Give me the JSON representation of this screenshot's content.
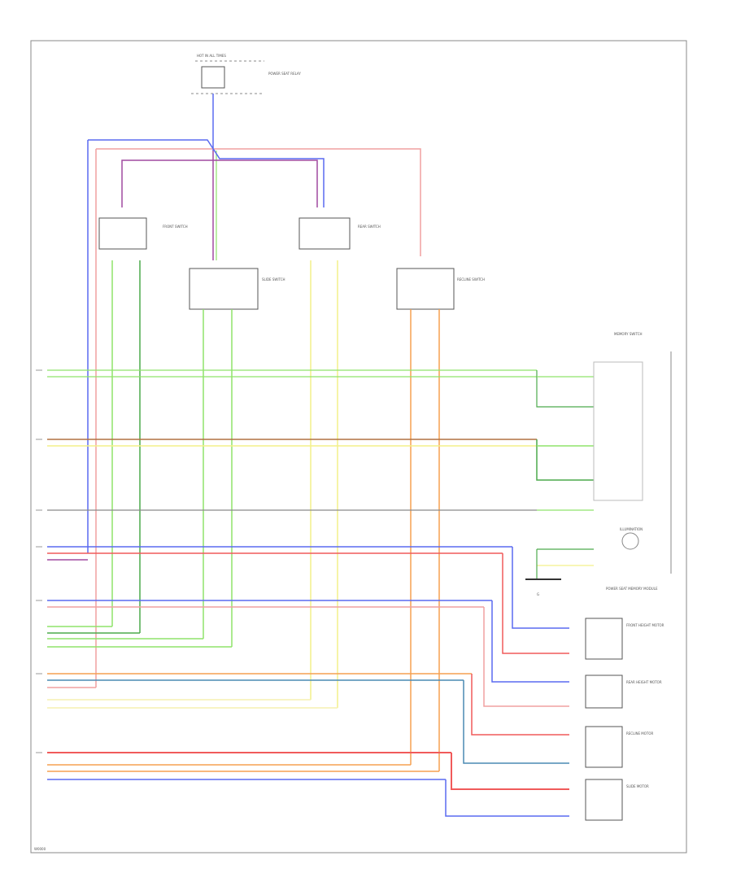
{
  "labels": {
    "footer_code": "W0000",
    "top_fuse": "HOT IN ALL TIMES",
    "top_component": "POWER SEAT RELAY",
    "switch_front": "FRONT SWITCH",
    "switch_slide": "SLIDE SWITCH",
    "switch_rear": "REAR SWITCH",
    "switch_recline": "RECLINE SWITCH",
    "memory_switch": "MEMORY SWITCH",
    "illumination": "ILLUMINATION",
    "ground": "G",
    "module_title": "POWER SEAT MEMORY MODULE",
    "motor_front": "FRONT HEIGHT MOTOR",
    "motor_rear": "REAR HEIGHT MOTOR",
    "motor_recline": "RECLINE MOTOR",
    "motor_slide": "SLIDE MOTOR"
  },
  "colors": {
    "green": "#8fe36a",
    "dark_green": "#4caa4c",
    "brown": "#b07040",
    "yellow": "#f4f08a",
    "gray": "#8a8a8a",
    "blue": "#5a6af0",
    "red": "#f05a5a",
    "pink": "#f0a0a0",
    "purple": "#a04aa0",
    "orange": "#f5a050",
    "steel_blue": "#4a8ab4",
    "light_yellow": "#f5f0b0"
  }
}
